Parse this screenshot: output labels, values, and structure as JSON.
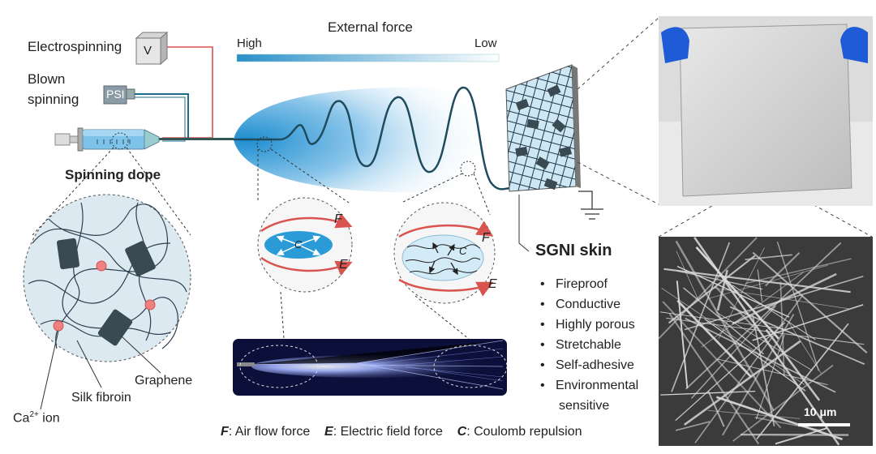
{
  "labels": {
    "electrospinning": "Electrospinning",
    "voltage_box": "V",
    "blown_line1": "Blown",
    "blown_line2": "spinning",
    "psi_box": "PSI",
    "spinning_dope": "Spinning dope",
    "external_force": "External force",
    "high": "High",
    "low": "Low",
    "skin_title": "SGNI skin",
    "ca_ion_base": "Ca",
    "ca_ion_sup": "2+",
    "ca_ion_rest": " ion",
    "silk_fibroin": "Silk fibroin",
    "graphene": "Graphene",
    "force_f": "F",
    "force_e": "E",
    "force_c": "C",
    "scale_bar": "10 μm"
  },
  "skin_properties": [
    "Fireproof",
    "Conductive",
    "Highly porous",
    "Stretchable",
    "Self-adhesive",
    "Environmental",
    "sensitive"
  ],
  "legend": [
    {
      "sym": "F",
      "text": ": Air flow force"
    },
    {
      "sym": "E",
      "text": ": Electric field force"
    },
    {
      "sym": "C",
      "text": ": Coulomb repulsion"
    }
  ],
  "colors": {
    "accent_blue": "#2a9bd6",
    "jet_dark": "#1f4b5e",
    "wire_red": "#d9534f",
    "ion_pink": "#f08080"
  }
}
